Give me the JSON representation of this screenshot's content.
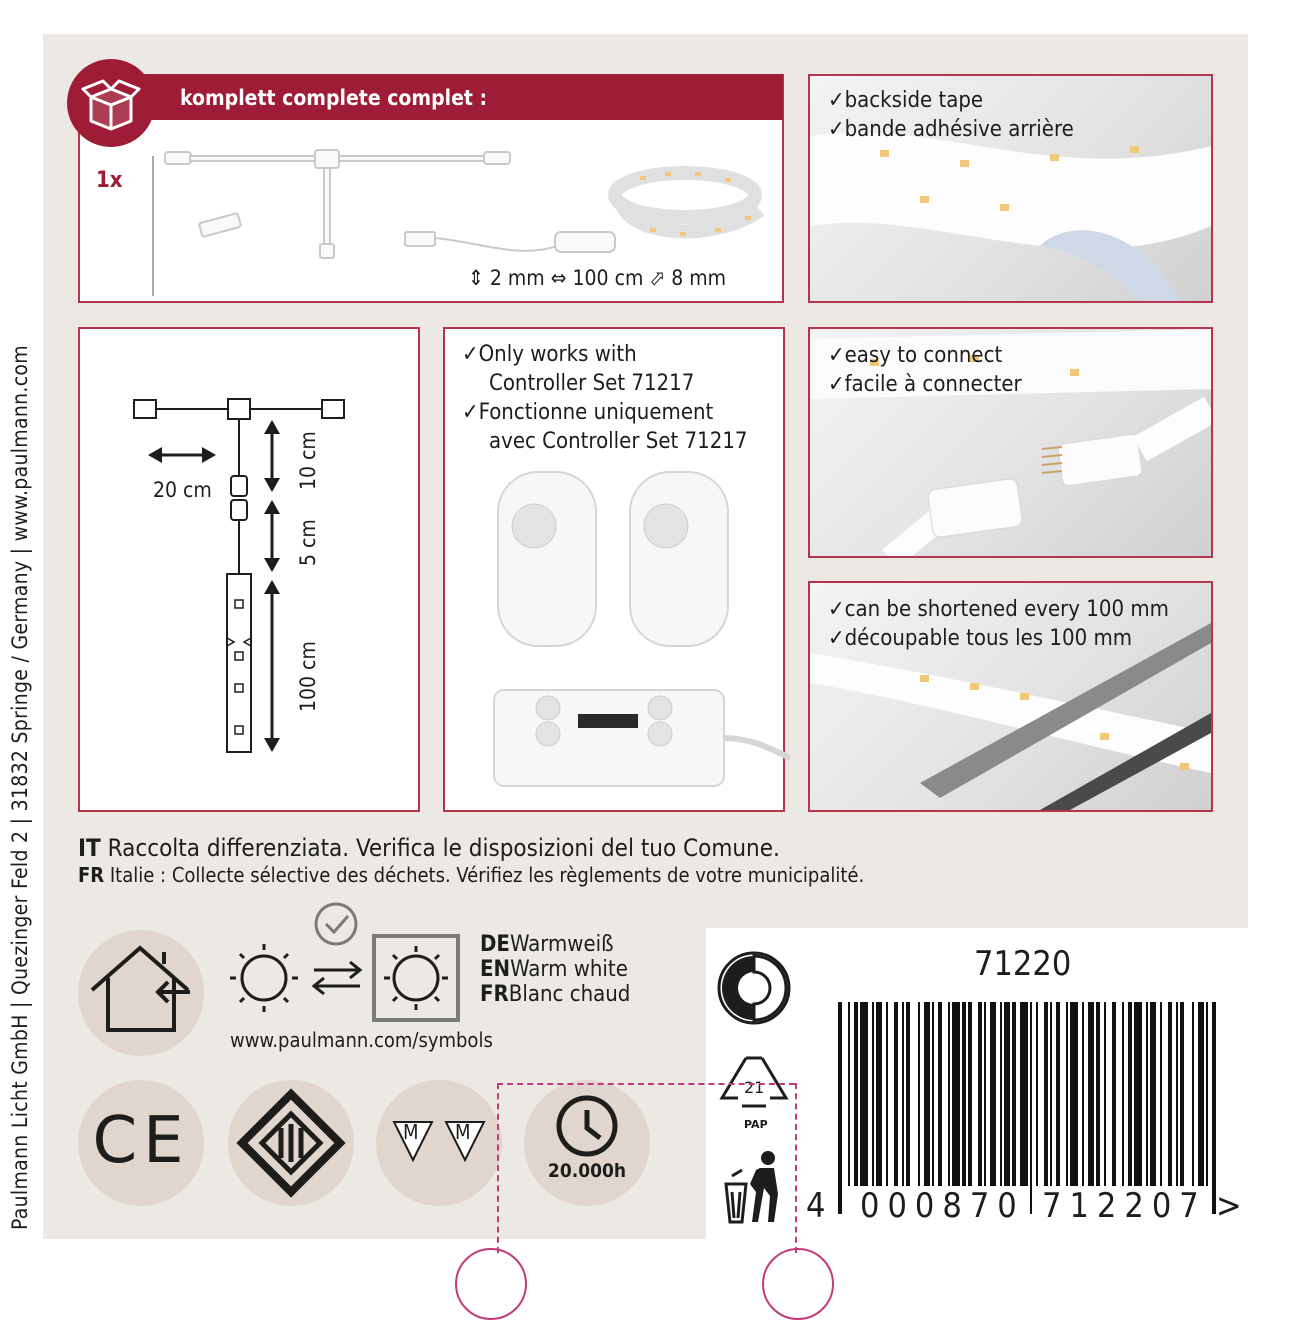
{
  "sidebar_text": "Paulmann Licht GmbH | Quezinger Feld 2 | 31832 Springe  / Germany | www.paulmann.com",
  "contents": {
    "banner": "komplett  complete  complet :",
    "quantity": "1x",
    "dimensions": [
      "2 mm",
      "100 cm",
      "8 mm"
    ]
  },
  "diagram": {
    "dim_left": "20 cm",
    "dim_1": "10 cm",
    "dim_2": "5 cm",
    "dim_3": "100 cm"
  },
  "controller": {
    "lines": [
      "✓Only works with",
      "Controller Set 71217",
      "✓Fonctionne uniquement",
      "avec Controller Set 71217"
    ]
  },
  "features": {
    "tape": [
      "✓backside tape",
      "✓bande adhésive arrière"
    ],
    "connect": [
      "✓easy to connect",
      "✓facile à connecter"
    ],
    "shorten": [
      "✓can be shortened every 100 mm",
      "✓découpable tous les 100 mm"
    ]
  },
  "disposal": {
    "it_code": "IT",
    "it_text": "Raccolta differenziata. Verifica le disposizioni del tuo Comune.",
    "fr_code": "FR",
    "fr_text": "Italie : Collecte sélective des déchets. Vérifiez les règlements de votre municipalité."
  },
  "light_color": {
    "de_code": "DE",
    "de": "Warmweiß",
    "en_code": "EN",
    "en": "Warm white",
    "fr_code": "FR",
    "fr": "Blanc chaud"
  },
  "symbols_url": "www.paulmann.com/symbols",
  "icons": {
    "ce": "CE",
    "mm": [
      "M",
      "M"
    ],
    "lifetime": "20.000h"
  },
  "recycling": {
    "number": "21",
    "material": "PAP"
  },
  "product": {
    "article_number": "71220",
    "barcode_digits": [
      "4",
      "000870",
      "712207",
      ">"
    ]
  },
  "colors": {
    "accent": "#9e1c35",
    "frame": "#b5354f",
    "background": "#ece8e3",
    "icon_circle": "#e0d6cd",
    "dieline": "#c23b79"
  }
}
